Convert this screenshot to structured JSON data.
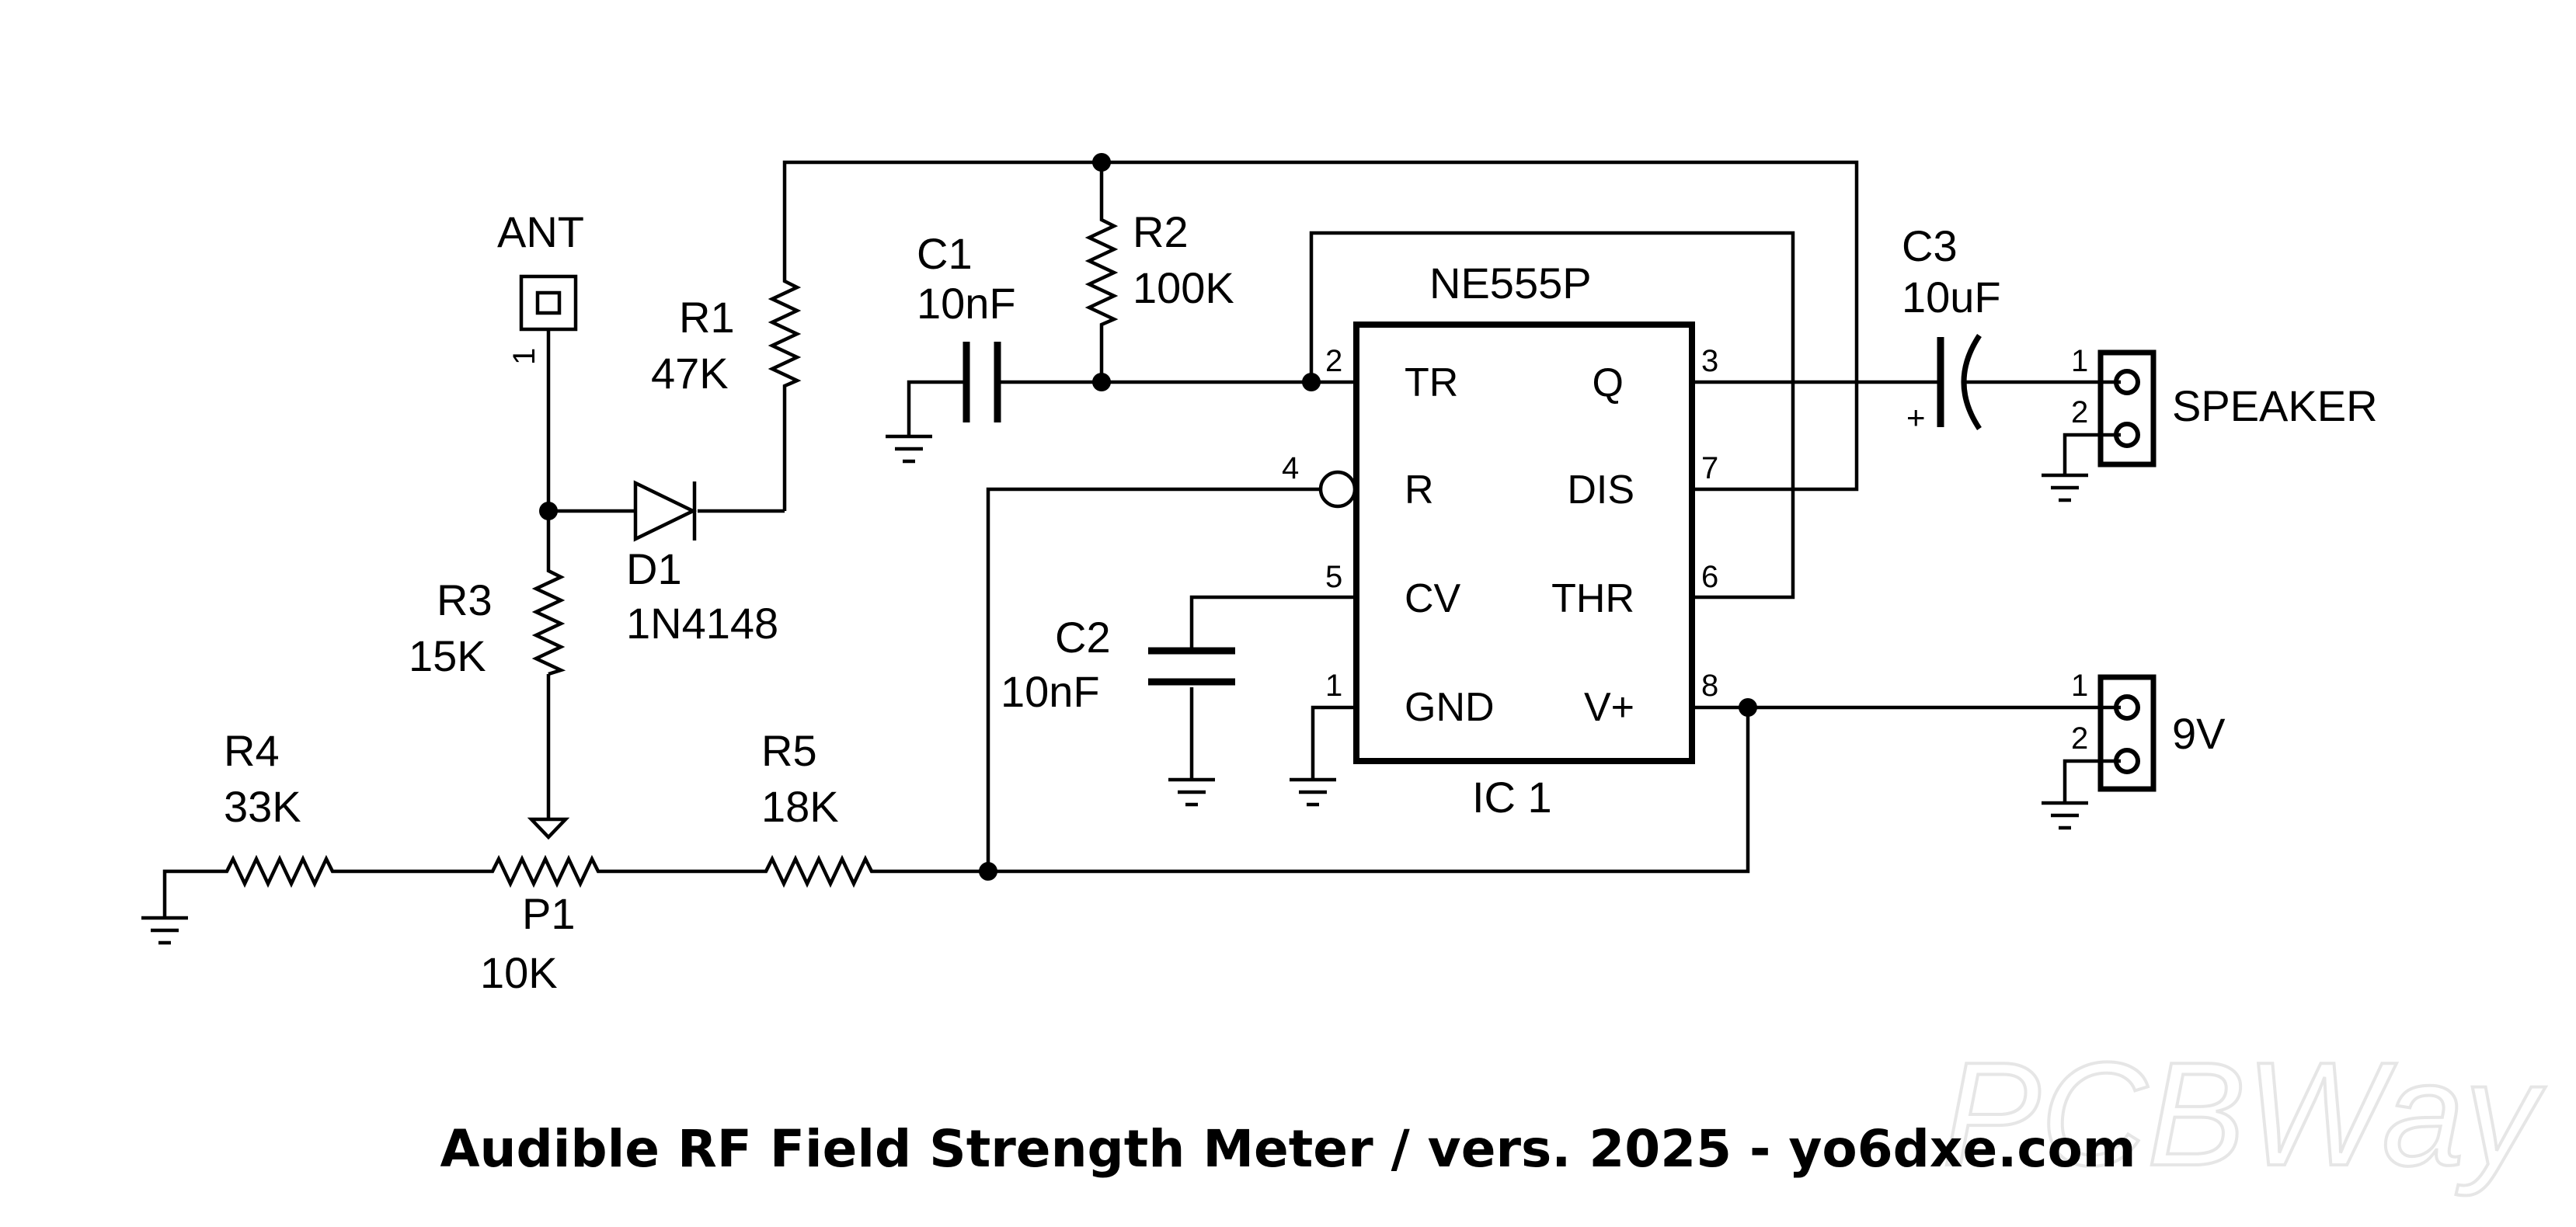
{
  "antenna": {
    "label": "ANT",
    "pin": "1"
  },
  "r1": {
    "ref": "R1",
    "value": "47K"
  },
  "r2": {
    "ref": "R2",
    "value": "100K"
  },
  "r3": {
    "ref": "R3",
    "value": "15K"
  },
  "r4": {
    "ref": "R4",
    "value": "33K"
  },
  "r5": {
    "ref": "R5",
    "value": "18K"
  },
  "p1": {
    "ref": "P1",
    "value": "10K"
  },
  "d1": {
    "ref": "D1",
    "value": "1N4148"
  },
  "c1": {
    "ref": "C1",
    "value": "10nF"
  },
  "c2": {
    "ref": "C2",
    "value": "10nF"
  },
  "c3": {
    "ref": "C3",
    "value": "10uF",
    "polarity": "+"
  },
  "ic": {
    "ref": "IC 1",
    "part": "NE555P",
    "pins": {
      "tr": {
        "num": "2",
        "name": "TR"
      },
      "r": {
        "num": "4",
        "name": "R"
      },
      "cv": {
        "num": "5",
        "name": "CV"
      },
      "gnd": {
        "num": "1",
        "name": "GND"
      },
      "q": {
        "num": "3",
        "name": "Q"
      },
      "dis": {
        "num": "7",
        "name": "DIS"
      },
      "thr": {
        "num": "6",
        "name": "THR"
      },
      "vplus": {
        "num": "8",
        "name": "V+"
      }
    }
  },
  "speaker": {
    "label": "SPEAKER",
    "pin1": "1",
    "pin2": "2"
  },
  "battery": {
    "label": "9V",
    "pin1": "1",
    "pin2": "2"
  },
  "title": "Audible RF Field Strength Meter / vers. 2025 - yo6dxe.com",
  "watermark": "PCBWay"
}
